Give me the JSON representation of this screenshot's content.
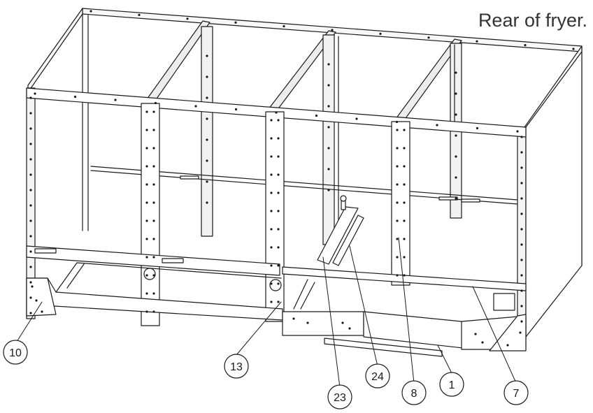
{
  "title": "Rear of fryer.",
  "callouts": [
    {
      "id": "c10",
      "label": "10"
    },
    {
      "id": "c13",
      "label": "13"
    },
    {
      "id": "c23",
      "label": "23"
    },
    {
      "id": "c24",
      "label": "24"
    },
    {
      "id": "c8",
      "label": "8"
    },
    {
      "id": "c1",
      "label": "1"
    },
    {
      "id": "c7",
      "label": "7"
    }
  ],
  "colors": {
    "line": "#1a1a1a",
    "panel": "#f4f4f4",
    "background": "#ffffff"
  }
}
